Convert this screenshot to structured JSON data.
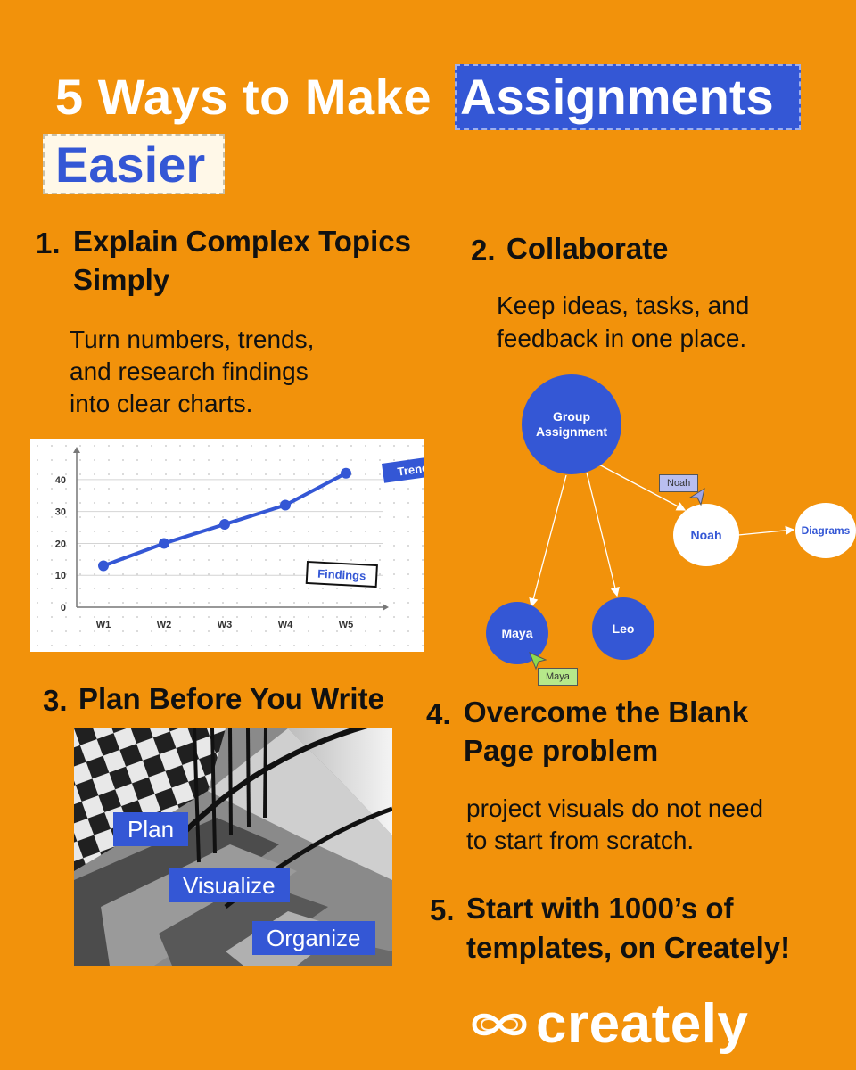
{
  "title": {
    "part1": "5 Ways to Make",
    "highlight": "Assignments",
    "line2": "Easier"
  },
  "sections": [
    {
      "num": "1.",
      "heading_line1": "Explain Complex Topics",
      "heading_line2": "Simply",
      "body_line1": "Turn numbers, trends,",
      "body_line2": "and research findings",
      "body_line3": "into clear charts."
    },
    {
      "num": "2.",
      "heading_line1": "Collaborate",
      "body_line1": "Keep ideas, tasks, and",
      "body_line2": "feedback in one place."
    },
    {
      "num": "3.",
      "heading_line1": "Plan Before You Write"
    },
    {
      "num": "4.",
      "heading_line1": "Overcome the Blank",
      "heading_line2": "Page problem",
      "body_line1": "project visuals do not need",
      "body_line2": "to start from scratch."
    },
    {
      "num": "5.",
      "heading_line1": "Start with 1000’s of",
      "heading_line2": "templates, on Creately!"
    }
  ],
  "chart_data": {
    "type": "line",
    "categories": [
      "W1",
      "W2",
      "W3",
      "W4",
      "W5"
    ],
    "values": [
      13,
      20,
      26,
      32,
      42
    ],
    "yticks": [
      "0",
      "10",
      "20",
      "30",
      "40"
    ],
    "ylim": [
      0,
      45
    ],
    "line_color": "#3457D5",
    "annotations": {
      "trend": "Trend",
      "findings": "Findings"
    }
  },
  "network": {
    "center": "Group Assignment",
    "center_line1": "Group",
    "center_line2": "Assignment",
    "noah": "Noah",
    "diagrams": "Diagrams",
    "maya": "Maya",
    "leo": "Leo",
    "tag_noah": "Noah",
    "tag_maya": "Maya"
  },
  "photo_labels": {
    "plan": "Plan",
    "visualize": "Visualize",
    "organize": "Organize"
  },
  "logo": {
    "text": "creately"
  },
  "colors": {
    "background": "#F2920B",
    "accent": "#3457D5",
    "white": "#FFFFFF"
  }
}
